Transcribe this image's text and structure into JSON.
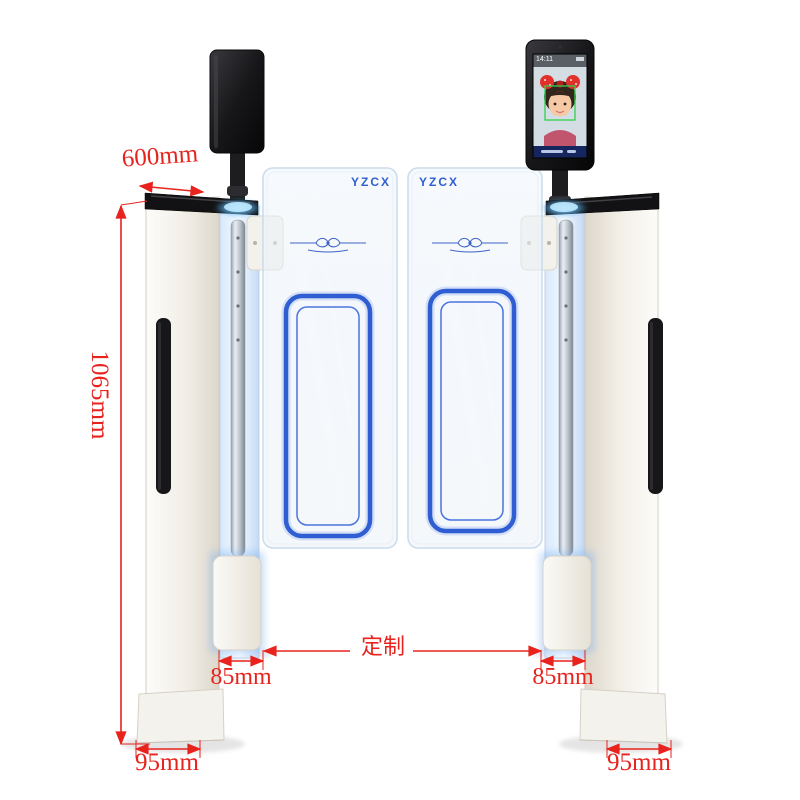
{
  "product": {
    "name": "swing-barrier-speed-gate",
    "glass_brand_left": "YZCX",
    "glass_brand_right": "YZCX"
  },
  "device_screen": {
    "time": "14:11"
  },
  "dimensions": {
    "top_width": "600mm",
    "height": "1065mm",
    "left_column_width": "85mm",
    "right_column_width": "85mm",
    "left_base_width": "95mm",
    "right_base_width": "95mm",
    "passage_label": "定制"
  },
  "colors": {
    "annotation_red": "#e8231d",
    "glass_blue": "#2e5ed2",
    "led_blue": "#5fc0f5",
    "cabinet_white": "#f1eee6"
  }
}
